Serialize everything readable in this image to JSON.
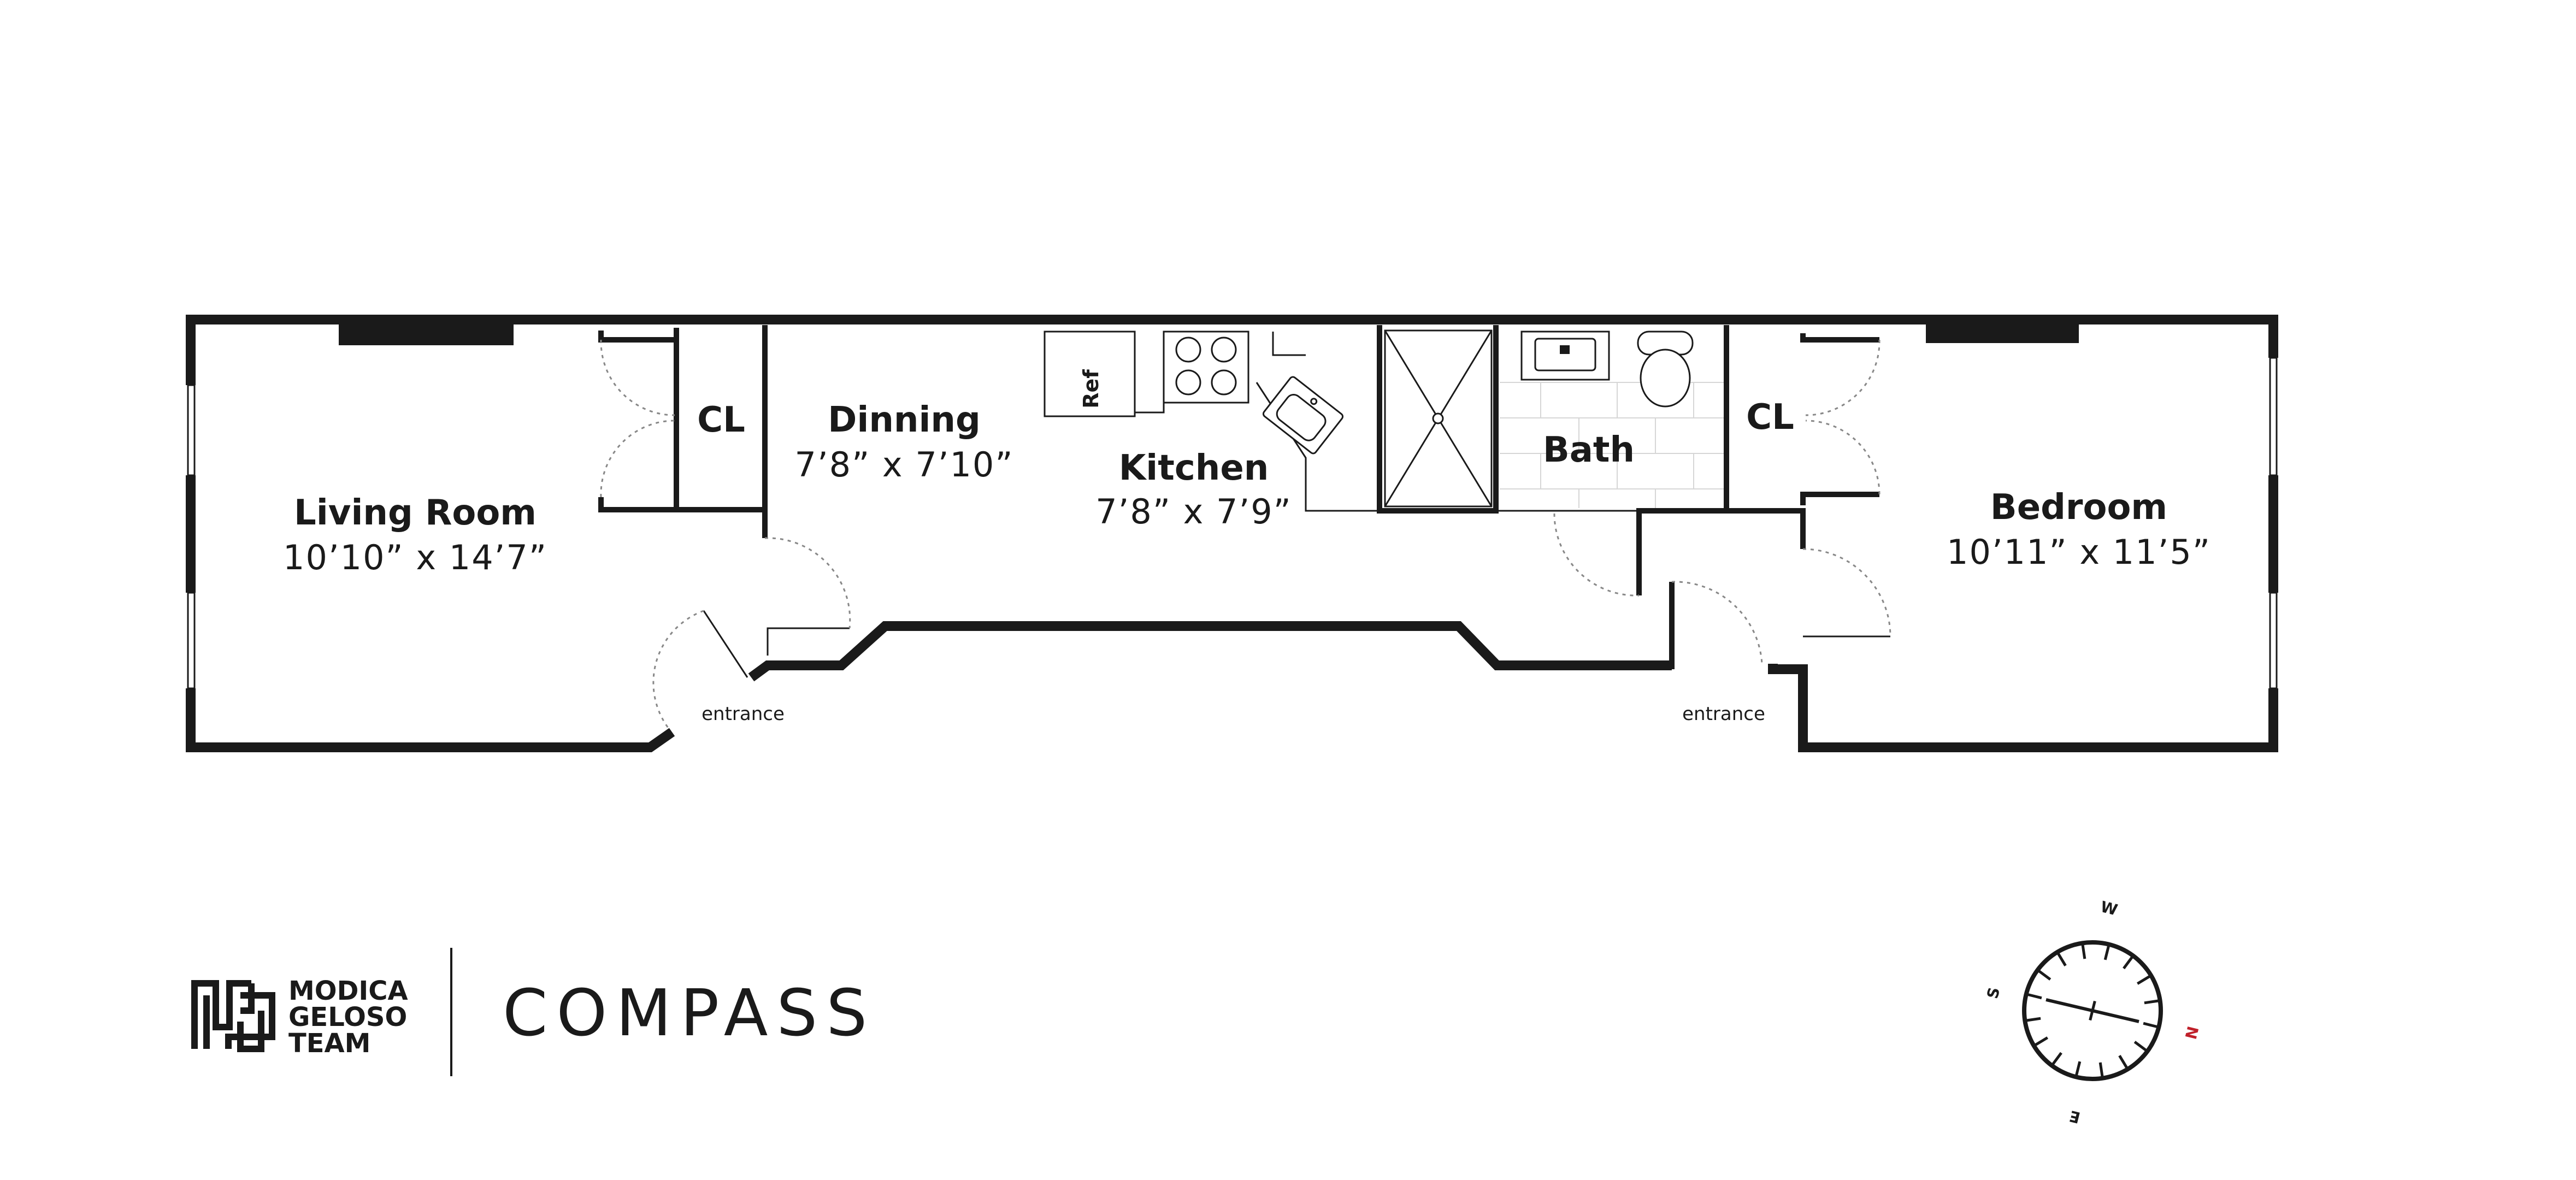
{
  "rooms": {
    "living_room": {
      "name": "Living Room",
      "dimensions": "10’10” x 14’7”"
    },
    "dinning": {
      "name": "Dinning",
      "dimensions": "7’8” x 7’10”"
    },
    "kitchen": {
      "name": "Kitchen",
      "dimensions": "7’8” x 7’9”"
    },
    "bath": {
      "name": "Bath"
    },
    "bedroom": {
      "name": "Bedroom",
      "dimensions": "10’11” x 11’5”"
    },
    "closet_left": {
      "name": "CL"
    },
    "closet_right": {
      "name": "CL"
    }
  },
  "fixtures": {
    "ref_label": "Ref"
  },
  "entrances": {
    "left": "entrance",
    "right": "entrance"
  },
  "logo": {
    "line1": "MODICA",
    "line2": "GELOSO",
    "line3": "TEAM"
  },
  "brand": {
    "name": "COMPASS"
  },
  "compass_rose": {
    "w": "W",
    "n": "N",
    "s": "S",
    "e": "E",
    "north_color": "#c0202a"
  }
}
